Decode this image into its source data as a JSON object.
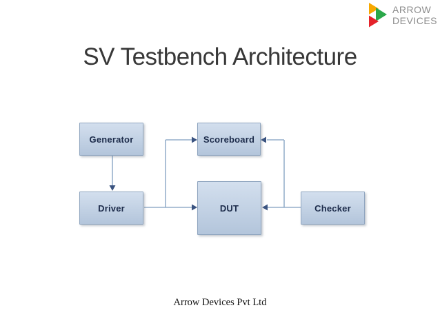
{
  "title": "SV Testbench Architecture",
  "footer": "Arrow Devices Pvt Ltd",
  "logo": {
    "line1": "ARROW",
    "line2": "DEVICES"
  },
  "diagram": {
    "boxes": [
      {
        "id": "generator",
        "label": "Generator"
      },
      {
        "id": "scoreboard",
        "label": "Scoreboard"
      },
      {
        "id": "driver",
        "label": "Driver"
      },
      {
        "id": "dut",
        "label": "DUT"
      },
      {
        "id": "checker",
        "label": "Checker"
      }
    ],
    "connections": [
      {
        "from": "Generator",
        "to": "Driver"
      },
      {
        "from": "Driver",
        "to": "DUT"
      },
      {
        "from": "Driver",
        "to": "Scoreboard"
      },
      {
        "from": "Checker",
        "to": "DUT"
      },
      {
        "from": "Checker",
        "to": "Scoreboard"
      }
    ]
  },
  "colors": {
    "title-text": "#383838",
    "box-fill-top": "#d3dfee",
    "box-fill-bottom": "#b3c5db",
    "box-border": "#8fa5bf",
    "box-text": "#1c2b4a",
    "connector-line": "#7f9dbf",
    "connector-arrow": "#3a5380",
    "logo-text": "#8c8c8c",
    "logo-yellow": "#F7A800",
    "logo-green": "#2BA84A",
    "logo-red": "#E5232B",
    "footer-text": "#111111"
  }
}
